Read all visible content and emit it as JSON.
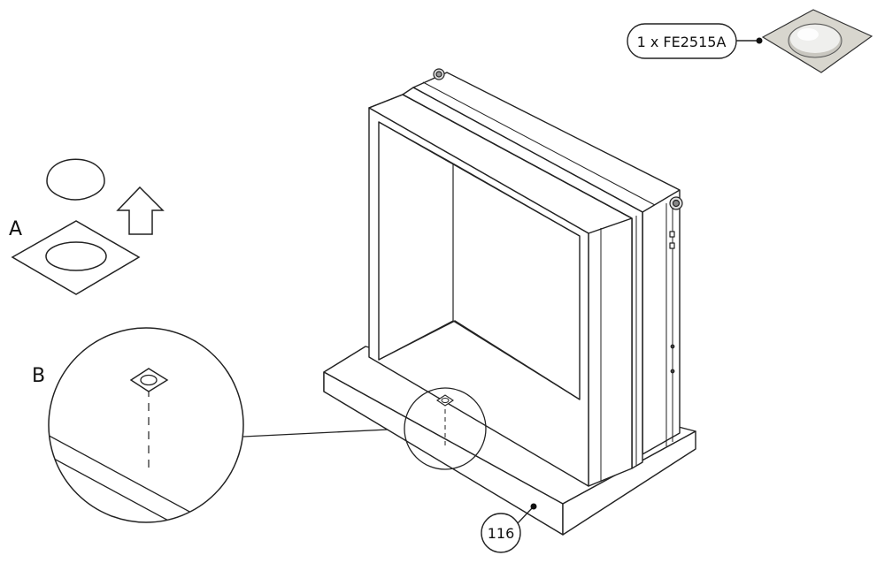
{
  "part_callout": {
    "text": "1 x FE2515A"
  },
  "steps": {
    "a": {
      "label": "A"
    },
    "b": {
      "label": "B"
    }
  },
  "part_number": {
    "text": "116"
  }
}
